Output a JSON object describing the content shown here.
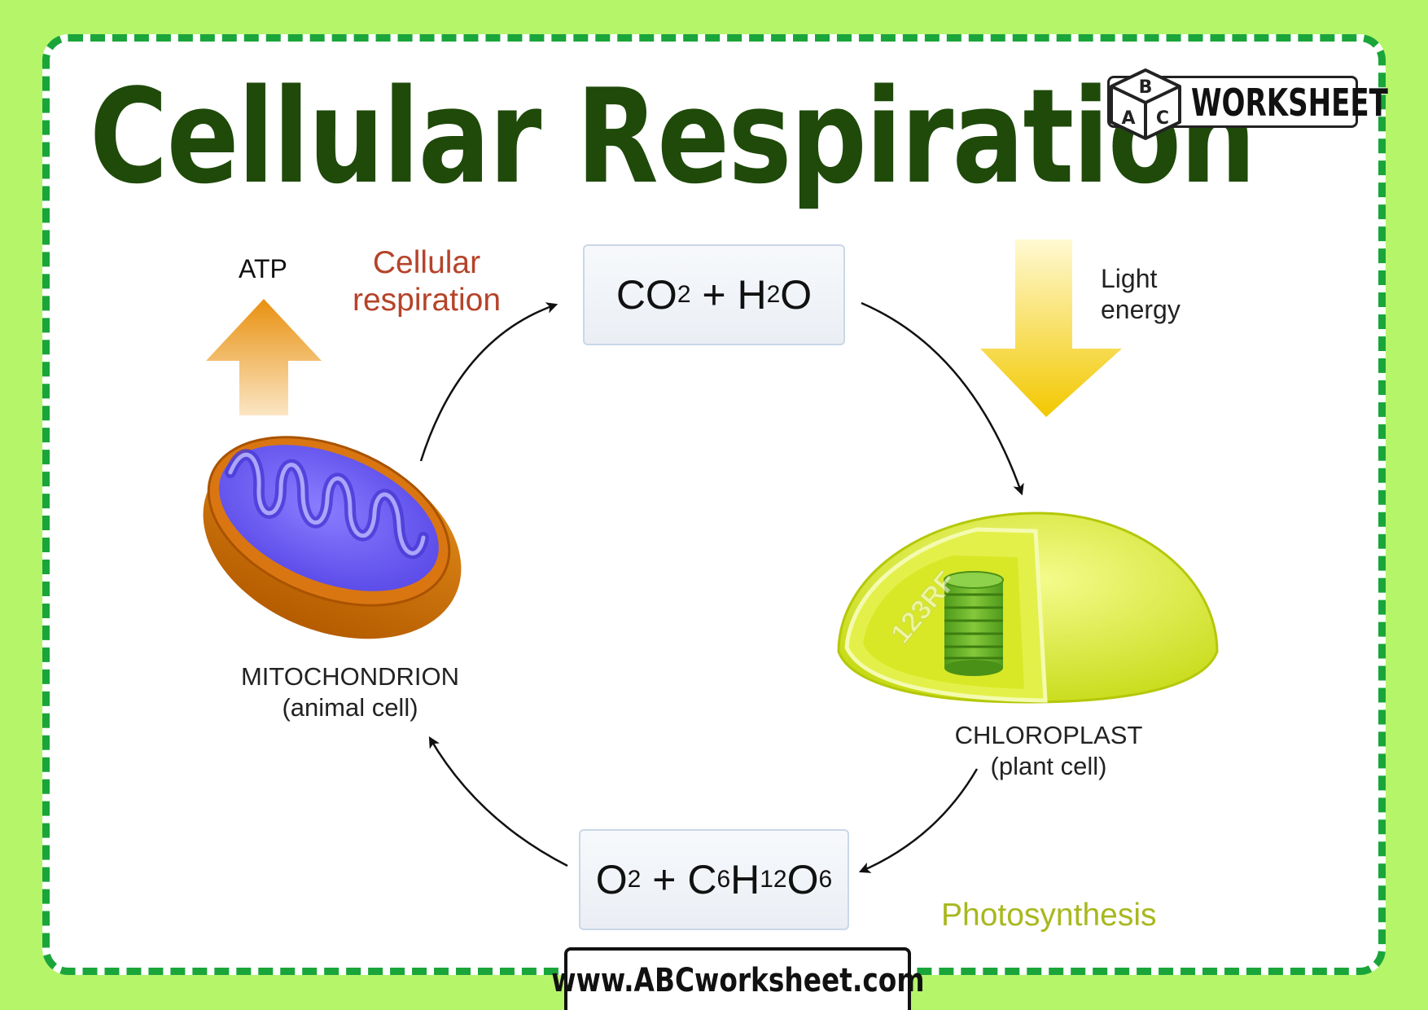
{
  "title": "Cellular Respiration",
  "logo": {
    "cube_letters": [
      "B",
      "A",
      "C"
    ],
    "text": "WORKSHEET"
  },
  "diagram": {
    "top_formula": {
      "parts": [
        "CO",
        "2",
        " + H",
        "2",
        "O"
      ]
    },
    "bottom_formula": {
      "parts": [
        "O",
        "2",
        " + C",
        "6",
        "H",
        "12",
        "O",
        "6"
      ]
    },
    "atp_label": "ATP",
    "cellular_respiration_label": [
      "Cellular",
      "respiration"
    ],
    "light_energy_label": [
      "Light",
      "energy"
    ],
    "mitochondrion_label": [
      "MITOCHONDRION",
      "(animal cell)"
    ],
    "chloroplast_label": [
      "CHLOROPLAST",
      "(plant cell)"
    ],
    "photosynthesis_label": "Photosynthesis",
    "watermark": "123RF",
    "colors": {
      "respiration_text": "#b5432a",
      "photosynthesis_text": "#a8b81e",
      "atp_arrow": "#e8900f",
      "light_arrow": "#f2cc00",
      "mitochondrion_outer": "#c86a06",
      "mitochondrion_inner": "#6b5cf2",
      "chloroplast": "#d6ea1a",
      "thylakoid": "#6ab62a"
    }
  },
  "footer": {
    "url": "www.ABCworksheet.com"
  }
}
